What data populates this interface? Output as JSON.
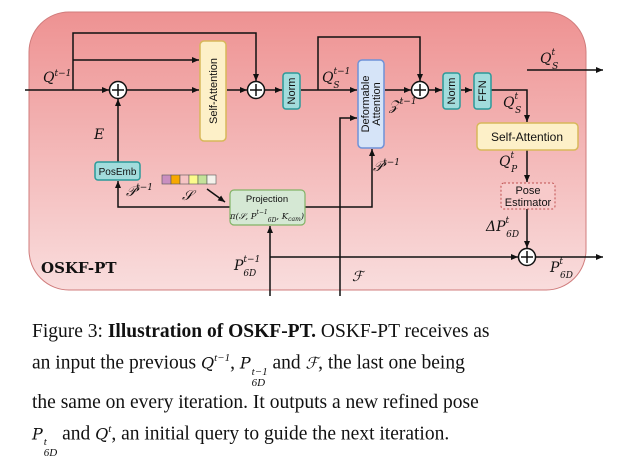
{
  "diagram": {
    "title": "OSKF-PT",
    "blocks": {
      "self_attention_1": "Self-Attention",
      "norm_1": "Norm",
      "deformable_attention": [
        "Deformable",
        "Attention"
      ],
      "norm_2": "Norm",
      "ffn": "FFN",
      "self_attention_2": "Self-Attention",
      "pose_estimator": [
        "Pose",
        "Estimator"
      ],
      "pos_emb": "PosEmb",
      "projection": "Projection",
      "projection_formula": {
        "pre": "π(𝒮, P",
        "sup": "t−1",
        "sub": "6D",
        "mid": ", K",
        "sub2": "cam",
        "post": ")"
      }
    },
    "labels": {
      "q_in": {
        "base": "Q",
        "sup": "t−1"
      },
      "e": {
        "base": "E"
      },
      "p_left": {
        "base": "𝒫",
        "sup": "t−1"
      },
      "s": {
        "base": "𝒮"
      },
      "qs_in": {
        "base": "Q",
        "sup": "t−1",
        "sub": "S"
      },
      "z": {
        "base": "𝒵",
        "sup": "t−1"
      },
      "p_right": {
        "base": "𝒫",
        "sup": "t−1"
      },
      "qs_out": {
        "base": "Q",
        "sup": "t",
        "sub": "S"
      },
      "qs_down": {
        "base": "Q",
        "sup": "t",
        "sub": "S"
      },
      "qp": {
        "base": "Q",
        "sup": "t",
        "sub": "P"
      },
      "delta_p": {
        "base": "ΔP",
        "sup": "t",
        "sub": "6D"
      },
      "p6d_in": {
        "base": "P",
        "sup": "t−1",
        "sub": "6D"
      },
      "f": {
        "base": "ℱ"
      },
      "p6d_out": {
        "base": "P",
        "sup": "t",
        "sub": "6D"
      }
    },
    "token_colors": [
      "#c98fc0",
      "#f7a800",
      "#f6c4c4",
      "#fbfb8c",
      "#c4e29a",
      "#f4f2ec"
    ],
    "colors": {
      "panel_top": "#ee9292",
      "panel_bottom": "#f9dddd",
      "attention": "#fdf0c8",
      "norm": "#a2dcdc",
      "deformable": "#d6e4f8",
      "projection": "#d5e8d4"
    }
  },
  "caption": {
    "figure": "Figure 3:",
    "bold": "Illustration of OSKF-PT.",
    "l1": "OSKF-PT receives as",
    "l2a": "an input the previous",
    "l2b": "and",
    "l2c": ", the last one being",
    "l3": "the same on every iteration. It outputs a new refined pose",
    "l4a": "and",
    "l4b": ", an initial query to guide the next iteration."
  }
}
